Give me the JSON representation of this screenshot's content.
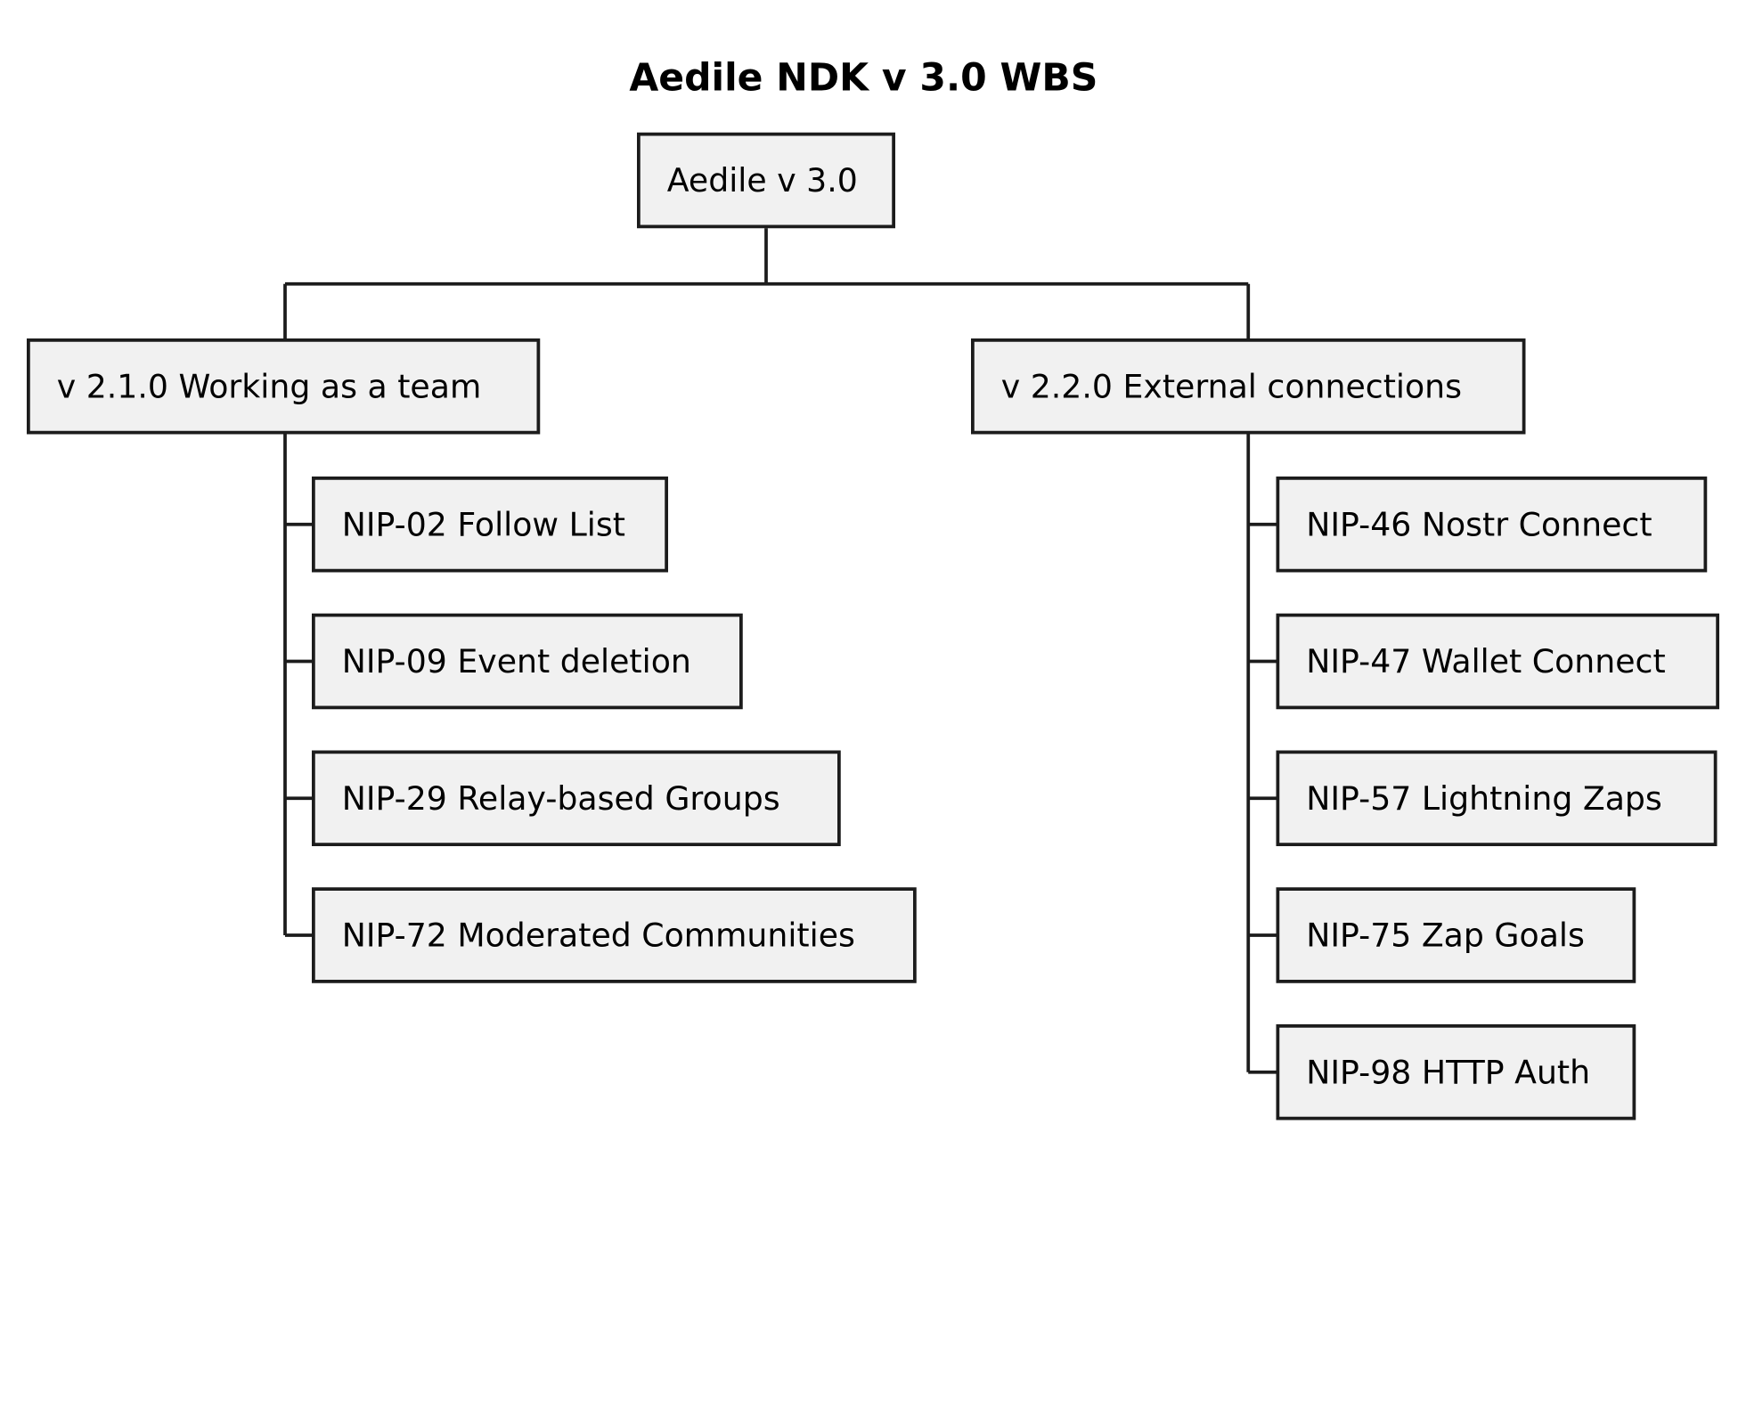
{
  "title": "Aedile NDK v 3.0 WBS",
  "colors": {
    "node_fill": "#f1f1f1",
    "node_border": "#1c1c1c",
    "connector": "#1c1c1c",
    "background": "#ffffff"
  },
  "root": {
    "label": "Aedile v 3.0",
    "branches": [
      {
        "label": "v 2.1.0 Working as a team",
        "items": [
          "NIP-02 Follow List",
          "NIP-09 Event deletion",
          "NIP-29 Relay-based Groups",
          "NIP-72 Moderated Communities"
        ]
      },
      {
        "label": "v 2.2.0 External connections",
        "items": [
          "NIP-46 Nostr Connect",
          "NIP-47 Wallet Connect",
          "NIP-57 Lightning Zaps",
          "NIP-75 Zap Goals",
          "NIP-98 HTTP Auth"
        ]
      }
    ]
  }
}
